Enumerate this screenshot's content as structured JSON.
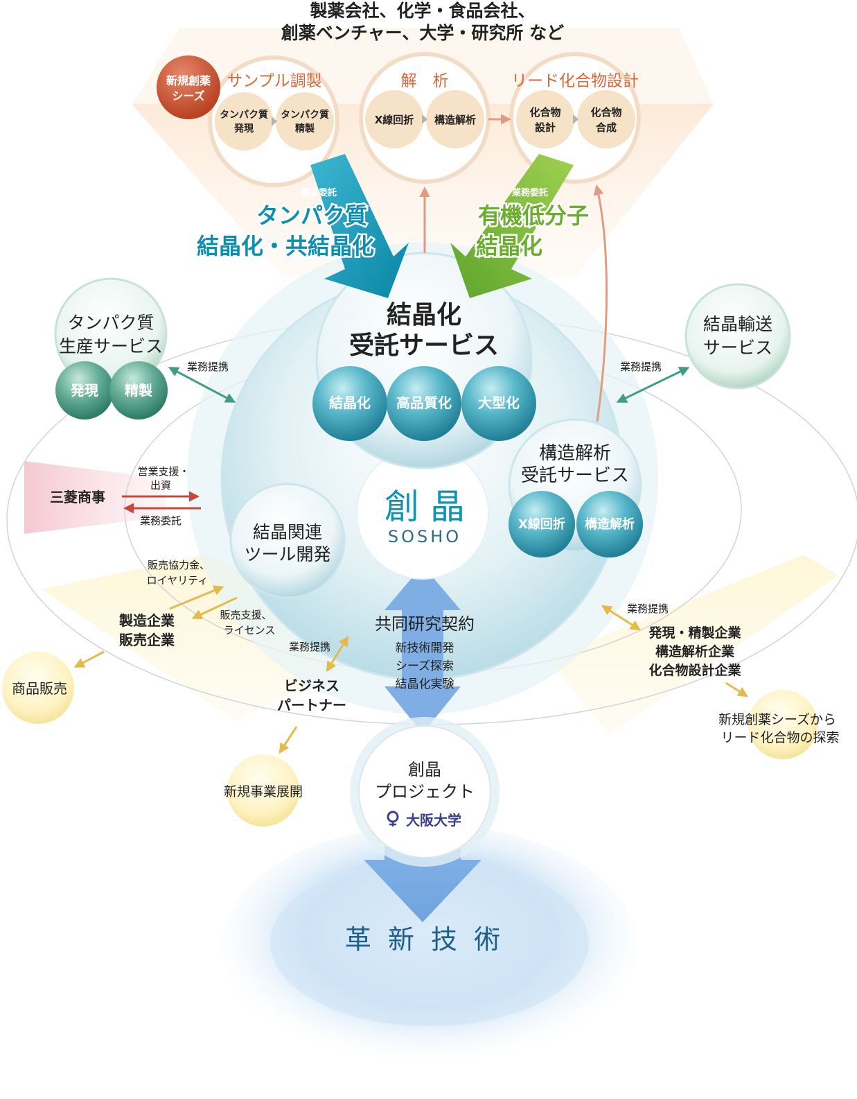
{
  "header": {
    "line1": "製薬会社、化学・食品会社、",
    "line2": "創薬ベンチャー、大学・研究所 など"
  },
  "seed_badge": {
    "line1": "新規創薬",
    "line2": "シーズ"
  },
  "top_circles": {
    "sample": {
      "title": "サンプル調製",
      "step1": [
        "タンパク質",
        "発現"
      ],
      "step2": [
        "タンパク質",
        "精製"
      ]
    },
    "analysis": {
      "title": "解　析",
      "step1": "X線回折",
      "step2": "構造解析"
    },
    "lead": {
      "title": "リード化合物設計",
      "step1": [
        "化合物",
        "設計"
      ],
      "step2": [
        "化合物",
        "合成"
      ]
    }
  },
  "arrows": {
    "protein": {
      "tag": "業務委託",
      "line1": "タンパク質",
      "line2": "結晶化・共結晶化"
    },
    "organic": {
      "tag": "業務委託",
      "line1": "有機低分子",
      "line2": "結晶化"
    }
  },
  "crystallization_service": {
    "line1": "結晶化",
    "line2": "受託サービス",
    "balls": [
      "結晶化",
      "高品質化",
      "大型化"
    ]
  },
  "structure_service": {
    "line1": "構造解析",
    "line2": "受託サービス",
    "balls": [
      "X線回折",
      "構造解析"
    ]
  },
  "tool_dev": {
    "line1": "結晶関連",
    "line2": "ツール開発"
  },
  "sosho": {
    "kanji": "創 晶",
    "roman": "SOSHO"
  },
  "protein_production": {
    "line1": "タンパク質",
    "line2": "生産サービス",
    "balls": [
      "発現",
      "精製"
    ],
    "link": "業務提携"
  },
  "crystal_transport": {
    "line1": "結晶輸送",
    "line2": "サービス",
    "link": "業務提携"
  },
  "mitsubishi": {
    "name": "三菱商事",
    "top1": "営業支援・",
    "top2": "出資",
    "bottom": "業務委託"
  },
  "manufacturer": {
    "name1": "製造企業",
    "name2": "販売企業",
    "royalty1": "販売協力金、",
    "royalty2": "ロイヤリティ",
    "support1": "販売支援、",
    "support2": "ライセンス",
    "outcome": "商品販売"
  },
  "business_partner": {
    "link": "業務提携",
    "line1": "ビジネス",
    "line2": "パートナー",
    "outcome": "新規事業展開"
  },
  "joint_research": {
    "title": "共同研究契約",
    "items": [
      "新技術開発",
      "シーズ探索",
      "結晶化実験"
    ]
  },
  "discovery_companies": {
    "link": "業務提携",
    "names": [
      "発現・精製企業",
      "構造解析企業",
      "化合物設計企業"
    ],
    "outcome1": "新規創薬シーズから",
    "outcome2": "リード化合物の探索"
  },
  "project": {
    "line1": "創晶",
    "line2": "プロジェクト",
    "university": "大阪大学"
  },
  "innovation": {
    "label": "革 新 技 術"
  },
  "colors": {
    "orange": "#d9673a",
    "teal": "#0e93b3",
    "green": "#7cb53a",
    "blue_arrow": "#7eaee3",
    "accent_red": "#c8473a"
  }
}
